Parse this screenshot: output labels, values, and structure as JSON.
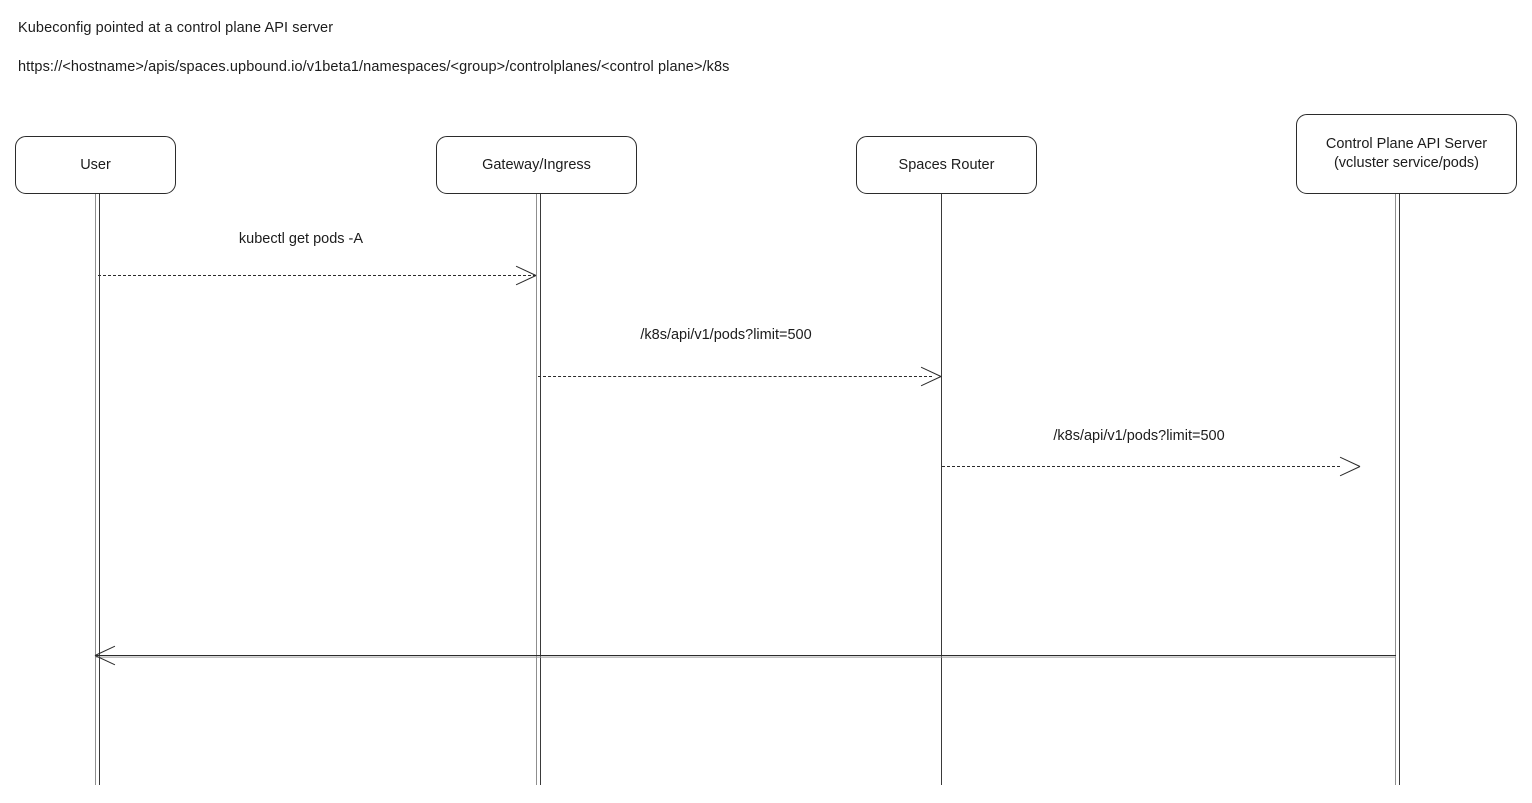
{
  "diagram": {
    "type": "sequence-diagram",
    "background_color": "#ffffff",
    "line_color": "#2b2b2b",
    "text_color": "#1c1c1c",
    "notes": [
      {
        "id": "kubeconfig",
        "text": "Kubeconfig pointed at a control plane API server"
      },
      {
        "id": "url",
        "text": "https://<hostname>/apis/spaces.upbound.io/v1beta1/namespaces/<group>/controlplanes/<control plane>/k8s"
      }
    ],
    "participants": [
      {
        "id": "user",
        "label": "User",
        "label_line2": ""
      },
      {
        "id": "gateway",
        "label": "Gateway/Ingress",
        "label_line2": ""
      },
      {
        "id": "spaces-router",
        "label": "Spaces Router",
        "label_line2": ""
      },
      {
        "id": "control-plane",
        "label": "Control Plane API Server",
        "label_line2": "(vcluster service/pods)"
      }
    ],
    "messages": [
      {
        "id": "m1",
        "label": "kubectl get pods -A",
        "from": "user",
        "to": "gateway",
        "style": "dashed",
        "direction": "right"
      },
      {
        "id": "m2",
        "label": "/k8s/api/v1/pods?limit=500",
        "from": "gateway",
        "to": "spaces-router",
        "style": "dashed",
        "direction": "right"
      },
      {
        "id": "m3",
        "label": "/k8s/api/v1/pods?limit=500",
        "from": "spaces-router",
        "to": "control-plane",
        "style": "dashed",
        "direction": "right"
      },
      {
        "id": "m4",
        "label": "",
        "from": "control-plane",
        "to": "user",
        "style": "solid",
        "direction": "left"
      }
    ]
  }
}
